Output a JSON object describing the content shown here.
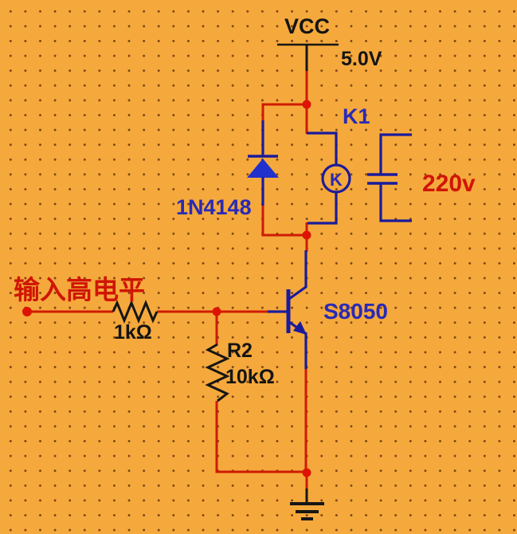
{
  "colors": {
    "background": "#F5A93C",
    "grid_dot": "#7D4416",
    "wire_red": "#CE1B04",
    "component_navy": "#1B1B9C",
    "diode_fill": "#2230CC",
    "label_navy": "#2A2AB6",
    "label_black": "#141414",
    "label_red": "#D01505"
  },
  "power": {
    "net_label": "VCC",
    "voltage": "5.0V"
  },
  "relay": {
    "name": "K1",
    "coil_letter": "K",
    "contact_voltage": "220v"
  },
  "diode": {
    "part_number": "1N4148"
  },
  "transistor": {
    "part_number": "S8050"
  },
  "input": {
    "label": "输入高电平"
  },
  "resistors": {
    "r1_value": "1kΩ",
    "r2_name": "R2",
    "r2_value": "10kΩ"
  }
}
